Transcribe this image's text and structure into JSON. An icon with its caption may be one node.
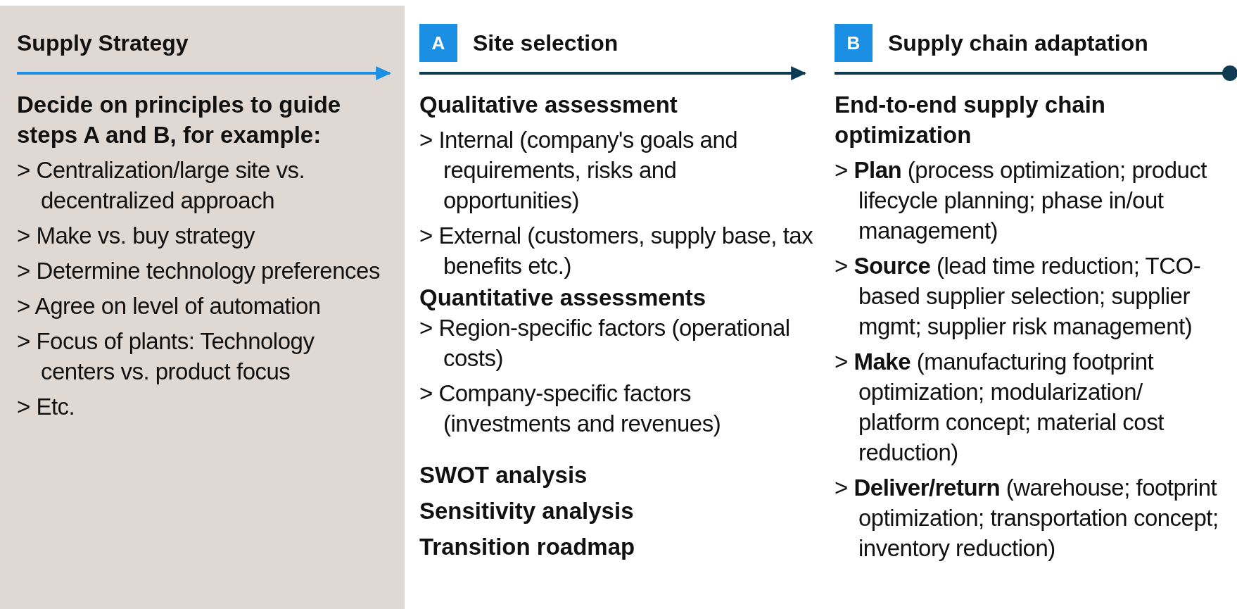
{
  "diagram": {
    "nodes": [
      {
        "text": [
          "Supply Strategy",
          "Decide on principles to guide steps A and B, for example:",
          "> Centralization/large site vs. decentralized approach",
          "> Make vs. buy strategy",
          "> Determine technology preferences",
          "> Agree on level of automation",
          "> Focus of plants: Technology centers vs. product focus",
          "> Etc."
        ]
      },
      {
        "text": [
          "Site selection",
          "Qualitative assessment",
          "> Internal (company's goals and requirements, risks and opportunities)",
          "> External (customers, supply base, tax benefits etc.)",
          "Quantitative assessments",
          "> Region-specific factors (operational costs)",
          "> Company-specific factors (investments and revenues)",
          "SWOT analysis",
          "Sensitivity analysis",
          "Transition roadmap"
        ]
      },
      {
        "text": [
          "A"
        ],
        "in": 1
      },
      {
        "text": [
          "Supply chain adaptation",
          "End-to-end supply chain optimization",
          "> **Plan** (process optimization; product lifecycle planning; phase in/out management)",
          "> **Source** (lead time reduction; TCO-based supplier selection; supplier mgmt; supplier risk management)",
          "> **Make** (manufacturing footprint optimization; modularization/ platform concept; material cost reduction)",
          "> **Deliver/return** (warehouse; footprint optimization; transportation concept; inventory reduction)"
        ]
      },
      {
        "text": [
          "B"
        ],
        "in": 3
      }
    ],
    "edges": [
      {
        "from": 0,
        "to": 1,
        "arrow": "to",
        "color": "#1a8fe3"
      },
      {
        "from": 1,
        "to": 3,
        "arrow": "to"
      },
      {
        "from": 3,
        "to": null,
        "arrow": "other"
      }
    ]
  }
}
